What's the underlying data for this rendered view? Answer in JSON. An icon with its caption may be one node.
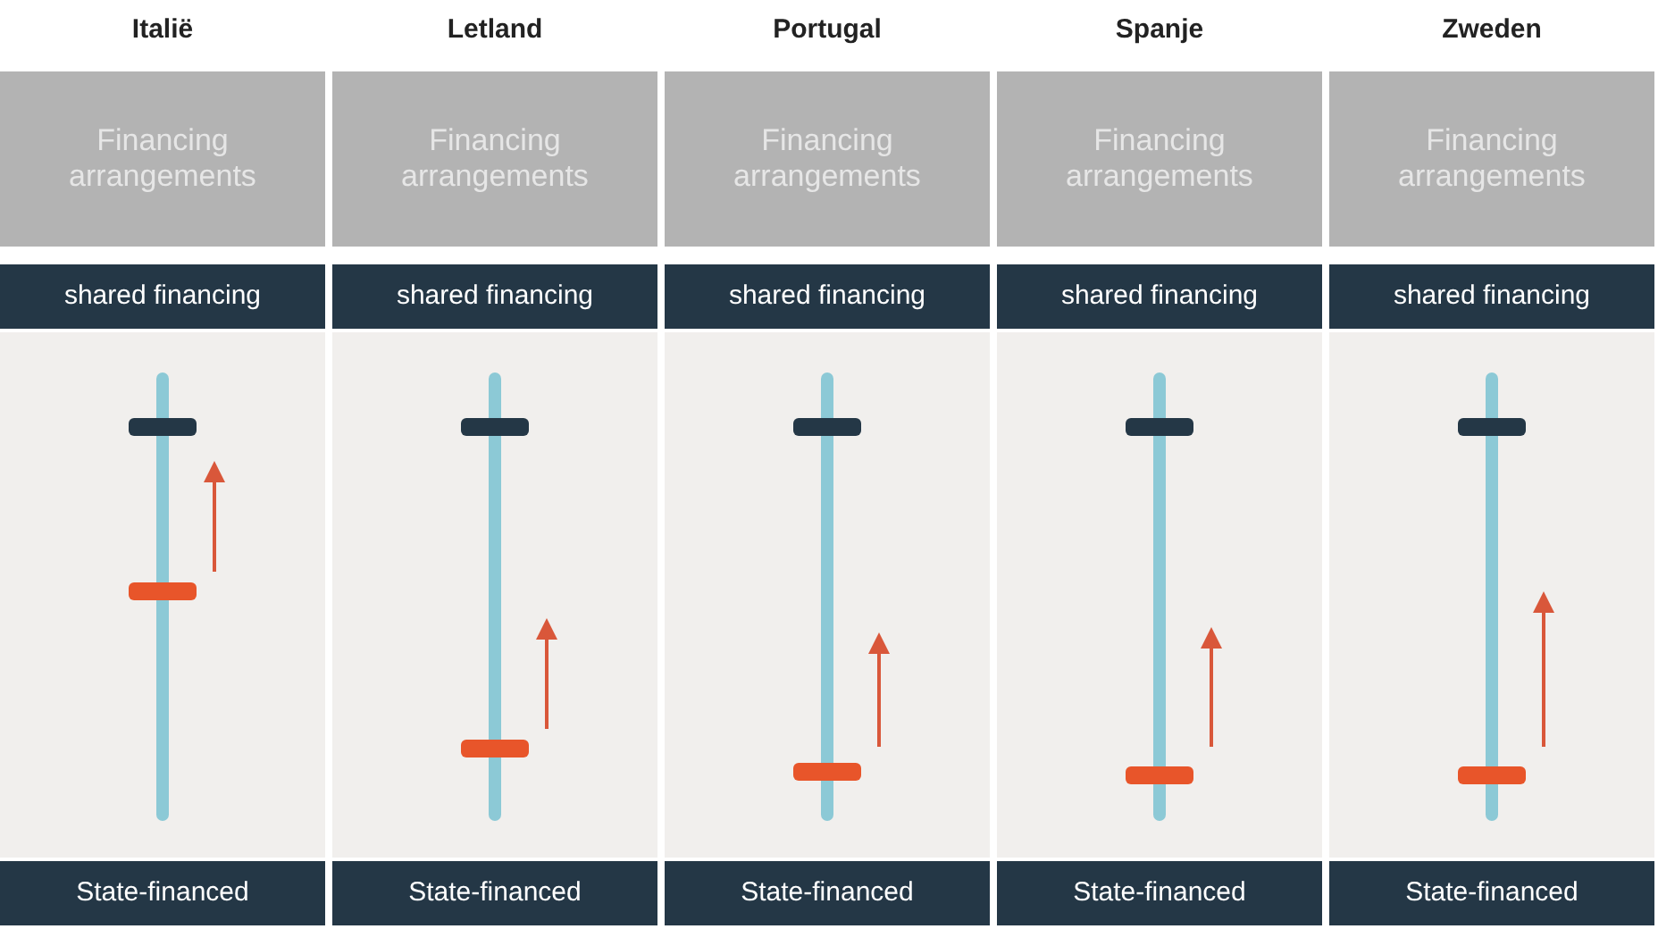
{
  "diagram": {
    "nodes": [
      {
        "text": [
          "Italië",
          "Financing arrangements"
        ]
      },
      {
        "text": [
          "shared financing"
        ]
      },
      {
        "text": [
          "State-financed"
        ]
      },
      {
        "text": [
          "Letland",
          "Financing arrangements"
        ]
      },
      {
        "text": [
          "shared financing"
        ]
      },
      {
        "text": [
          "State-financed"
        ]
      },
      {
        "text": [
          "Portugal",
          "Financing arrangements"
        ]
      },
      {
        "text": [
          "shared financing"
        ]
      },
      {
        "text": [
          "State-financed"
        ]
      },
      {
        "text": [
          "Spanje",
          "Financing arrangements"
        ]
      },
      {
        "text": [
          "shared financing"
        ]
      },
      {
        "text": [
          "State-financed"
        ]
      },
      {
        "text": [
          "Zweden",
          "Financing arrangements"
        ]
      },
      {
        "text": [
          "shared financing"
        ]
      },
      {
        "text": [
          "State-financed"
        ]
      }
    ]
  }
}
